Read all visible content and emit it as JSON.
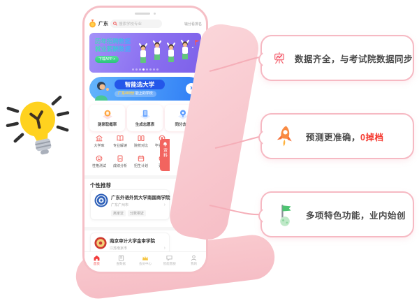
{
  "phone": {
    "header": {
      "region": "广东",
      "search_placeholder": "搜索学校专业",
      "right_link": "输分看排名"
    },
    "carousel": {
      "line1": "历年招聘数据",
      "line2": "就业薪酬数据",
      "cta": "下载APP >"
    },
    "smart": {
      "title": "智能选大学",
      "score": "广东400分",
      "desc": "能上的学校"
    },
    "features": [
      {
        "label": "测录取概率"
      },
      {
        "label": "生成志愿表"
      },
      {
        "label": "同分去向"
      }
    ],
    "grid": [
      {
        "label": "大学库"
      },
      {
        "label": "专业解读"
      },
      {
        "label": "院校对比"
      },
      {
        "label": "毕业薪酬"
      },
      {
        "label": "性格测试"
      },
      {
        "label": "成绩分析"
      },
      {
        "label": "招生计划"
      },
      {
        "label": "更多"
      }
    ],
    "ribbon": {
      "label": "资料"
    },
    "recommend": {
      "title": "个性推荐",
      "items": [
        {
          "name": "广东外语外贸大学南国商学院",
          "location": "广东广州市",
          "tags": [
            "离家近",
            "分数相近"
          ]
        },
        {
          "name": "南京审计大学金审学院",
          "location": "江苏南京市"
        }
      ]
    },
    "tabbar": [
      {
        "label": "首页"
      },
      {
        "label": "查数据"
      },
      {
        "label": "会员中心"
      },
      {
        "label": "智能客服"
      },
      {
        "label": "我的"
      }
    ]
  },
  "callouts": [
    {
      "prefix": "数据齐全，与考试院数据同步",
      "highlight": ""
    },
    {
      "prefix": "预测更准确，",
      "highlight": "0掉档"
    },
    {
      "prefix": "多项特色功能，业内始创",
      "highlight": ""
    }
  ],
  "colors": {
    "accent_pink": "#f6b9c3",
    "highlight_red": "#f5392f",
    "brand_red": "#f2645f",
    "bulb_yellow": "#ffd21f"
  }
}
